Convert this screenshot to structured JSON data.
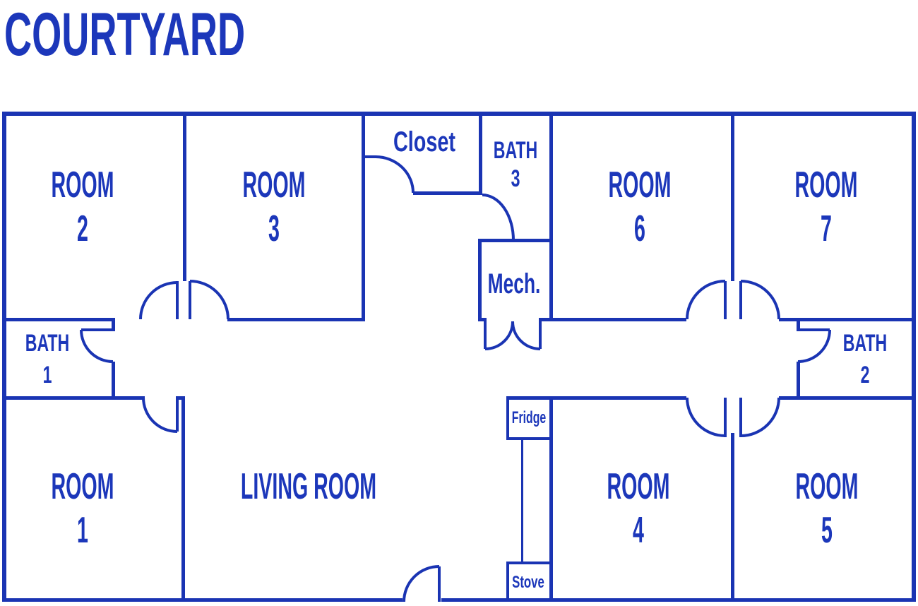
{
  "title": "COURTYARD",
  "colors": {
    "line": "#1a34b3",
    "text": "#1c37ba",
    "background": "#ffffff"
  },
  "labels": {
    "room1": {
      "name": "ROOM",
      "num": "1"
    },
    "room2": {
      "name": "ROOM",
      "num": "2"
    },
    "room3": {
      "name": "ROOM",
      "num": "3"
    },
    "room4": {
      "name": "ROOM",
      "num": "4"
    },
    "room5": {
      "name": "ROOM",
      "num": "5"
    },
    "room6": {
      "name": "ROOM",
      "num": "6"
    },
    "room7": {
      "name": "ROOM",
      "num": "7"
    },
    "bath1": {
      "name": "BATH",
      "num": "1"
    },
    "bath2": {
      "name": "BATH",
      "num": "2"
    },
    "bath3": {
      "name": "BATH",
      "num": "3"
    },
    "living_room": "LIVING ROOM",
    "closet": "Closet",
    "mech": "Mech.",
    "fridge": "Fridge",
    "stove": "Stove"
  }
}
